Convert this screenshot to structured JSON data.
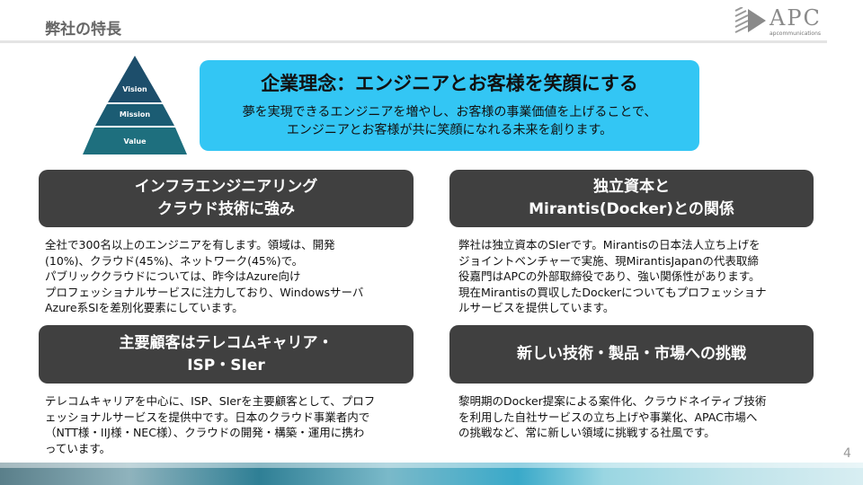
{
  "header": {
    "title": "弊社の特長"
  },
  "logo": {
    "name": "APC",
    "sub": "apcommunications"
  },
  "pyramid": {
    "levels": [
      "Vision",
      "Mission",
      "Value"
    ]
  },
  "mission": {
    "title": "企業理念：エンジニアとお客様を笑顔にする",
    "lines": [
      "夢を実現できるエンジニアを増やし、お客様の事業価値を上げることで、",
      "エンジニアとお客様が共に笑顔になれる未来を創ります。"
    ]
  },
  "features": [
    {
      "title_lines": [
        "インフラエンジニアリング",
        "クラウド技術に強み"
      ],
      "body": [
        "全社で300名以上のエンジニアを有します。領域は、開発",
        "(10%)、クラウド(45%)、ネットワーク(45%)で。",
        "パブリッククラウドについては、昨今はAzure向け",
        "プロフェッショナルサービスに注力しており、Windowsサーバ",
        "Azure系SIを差別化要素にしています。"
      ]
    },
    {
      "title_lines": [
        "独立資本と",
        "Mirantis(Docker)との関係"
      ],
      "body": [
        "弊社は独立資本のSIerです。Mirantisの日本法人立ち上げを",
        "ジョイントベンチャーで実施、現MirantisJapanの代表取締",
        "役嘉門はAPCの外部取締役であり、強い関係性があります。",
        "現在Mirantisの買収したDockerについてもプロフェッショナ",
        "ルサービスを提供しています。"
      ]
    },
    {
      "title_lines": [
        "主要顧客はテレコムキャリア・",
        "ISP・SIer"
      ],
      "body": [
        "テレコムキャリアを中心に、ISP、SIerを主要顧客として、プロフ",
        "ェッショナルサービスを提供中です。日本のクラウド事業者内で",
        "（NTT様・IIJ様・NEC様）、クラウドの開発・構築・運用に携わ",
        "っています。"
      ]
    },
    {
      "title_lines": [
        "新しい技術・製品・市場への挑戦"
      ],
      "body": [
        "黎明期のDocker提案による案件化、クラウドネイティブ技術",
        "を利用した自社サービスの立ち上げや事業化、APAC市場へ",
        "の挑戦など、常に新しい領域に挑戦する社風です。"
      ]
    }
  ],
  "page_number": "4"
}
